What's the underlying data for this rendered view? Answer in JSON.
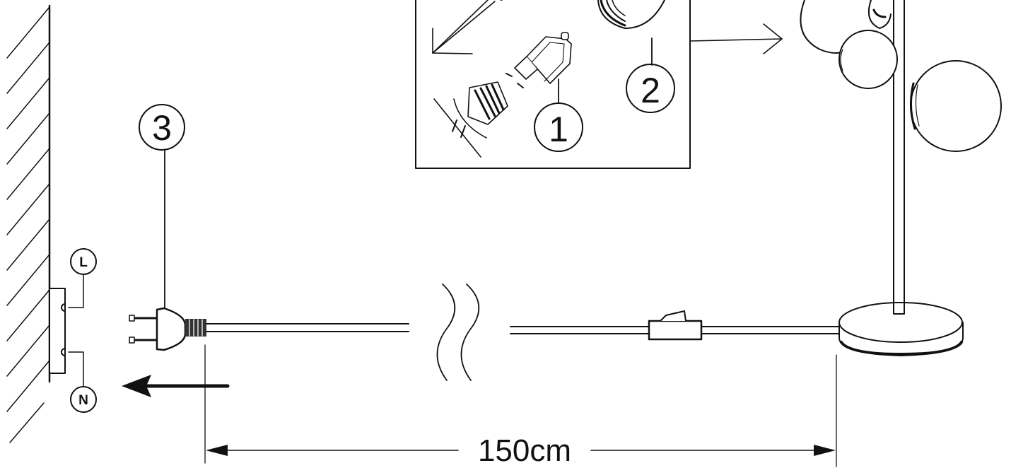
{
  "callouts": {
    "bulb": "1",
    "globe": "2",
    "plug": "3"
  },
  "terminals": {
    "live": "L",
    "neutral": "N"
  },
  "dimension": {
    "cable_length": "150cm"
  }
}
